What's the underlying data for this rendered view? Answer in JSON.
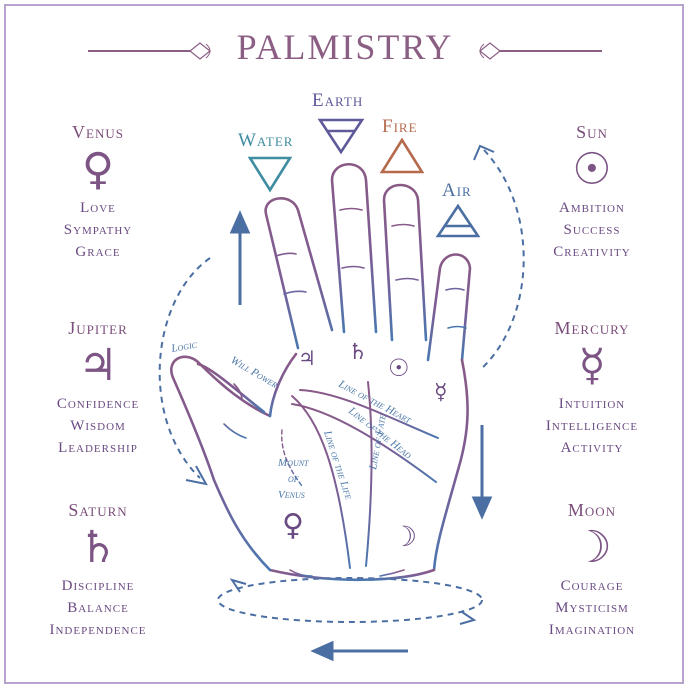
{
  "title": "PALMISTRY",
  "colors": {
    "plum": "#8b5e84",
    "blue": "#4b6fa3",
    "orange": "#b56a4e",
    "teal": "#3f8da0"
  },
  "planets_left": [
    {
      "name": "Venus",
      "symbol": "♀",
      "traits": [
        "Love",
        "Sympathy",
        "Grace"
      ]
    },
    {
      "name": "Jupiter",
      "symbol": "♃",
      "traits": [
        "Confidence",
        "Wisdom",
        "Leadership"
      ]
    },
    {
      "name": "Saturn",
      "symbol": "♄",
      "traits": [
        "Discipline",
        "Balance",
        "Independence"
      ]
    }
  ],
  "planets_right": [
    {
      "name": "Sun",
      "symbol": "☉",
      "traits": [
        "Ambition",
        "Success",
        "Creativity"
      ]
    },
    {
      "name": "Mercury",
      "symbol": "☿",
      "traits": [
        "Intuition",
        "Intelligence",
        "Activity"
      ]
    },
    {
      "name": "Moon",
      "symbol": "☽",
      "traits": [
        "Courage",
        "Mysticism",
        "Imagination"
      ]
    }
  ],
  "elements": [
    {
      "name": "Water",
      "icon": "triangle-down-icon"
    },
    {
      "name": "Earth",
      "icon": "triangle-down-bar-icon"
    },
    {
      "name": "Fire",
      "icon": "triangle-up-icon"
    },
    {
      "name": "Air",
      "icon": "triangle-up-bar-icon"
    }
  ],
  "hand_labels": {
    "logic": "Logic",
    "will_power": "Will Power",
    "line_heart": "Line of the Heart",
    "line_head": "Line of the Head",
    "line_life": "Line of the Life",
    "line_fate": "Line of Fate",
    "mount_venus": [
      "Mount",
      "of",
      "Venus"
    ]
  },
  "hand_symbols": {
    "jupiter": "♃",
    "saturn": "♄",
    "sun": "☉",
    "mercury": "☿",
    "venus": "♀",
    "moon": "☽"
  }
}
